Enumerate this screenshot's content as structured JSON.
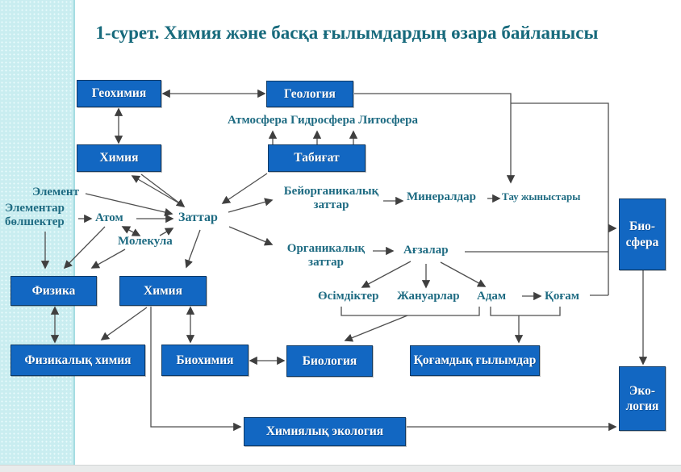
{
  "title": "1-сурет. Химия және басқа ғылымдардың өзара байланысы",
  "boxes": {
    "geochemistry": "Геохимия",
    "geology": "Геология",
    "chemistry_upper": "Химия",
    "nature": "Табиғат",
    "physics": "Физика",
    "chemistry_center": "Химия",
    "physical_chemistry": "Физикалық химия",
    "biochemistry": "Биохимия",
    "biology": "Биология",
    "social_sciences": "Қоғамдық ғылымдар",
    "chemical_ecology": "Химиялық экология",
    "biosphere": "Био-\nсфера",
    "ecology": "Эко-\nлогия"
  },
  "labels": {
    "spheres": "Атмосфера Гидросфера Литосфера",
    "element": "Элемент",
    "elementary_particles": "Элементар\nбөлшектер",
    "atom": "Атом",
    "substances": "Заттар",
    "molecule": "Молекула",
    "inorganic_substances": "Бейорганикалық\nзаттар",
    "minerals": "Минералдар",
    "rocks": "Тау жыныстары",
    "organic_substances": "Органикалық\nзаттар",
    "organisms": "Ағзалар",
    "plants": "Өсімдіктер",
    "animals": "Жануарлар",
    "human": "Адам",
    "society": "Қоғам"
  },
  "colors": {
    "box_fill": "#1267c2",
    "box_border": "#0e3a66",
    "box_text": "#ffffff",
    "title_text": "#176a7c",
    "label_text": "#1e6b82",
    "line": "#4f4f4f",
    "sidebar": "#c9edf0",
    "footer": "#e9ebeb"
  },
  "edges": [
    {
      "from": "Геохимия",
      "to": "Геология",
      "type": "bidirectional"
    },
    {
      "from": "Геохимия",
      "to": "Химия",
      "type": "bidirectional"
    },
    {
      "from": "Геология",
      "to": "Тау жыныстары",
      "type": "arrow"
    },
    {
      "from": "Геология",
      "to": "Био-сфера",
      "type": "arrow"
    },
    {
      "from": "Атмосфера Гидросфера Литосфера",
      "to": "Табиғат",
      "type": "arrow"
    },
    {
      "from": "Элемент",
      "to": "Заттар",
      "type": "arrow"
    },
    {
      "from": "Элементар бөлшектер",
      "to": "Атом",
      "type": "arrow"
    },
    {
      "from": "Элементар бөлшектер",
      "to": "Физика",
      "type": "arrow"
    },
    {
      "from": "Атом",
      "to": "Заттар",
      "type": "arrow"
    },
    {
      "from": "Атом",
      "to": "Молекула",
      "type": "bidirectional"
    },
    {
      "from": "Атом",
      "to": "Физика",
      "type": "arrow"
    },
    {
      "from": "Молекула",
      "to": "Заттар",
      "type": "arrow"
    },
    {
      "from": "Молекула",
      "to": "Физика",
      "type": "arrow"
    },
    {
      "from": "Химия",
      "to": "Заттар",
      "type": "bidirectional"
    },
    {
      "from": "Табиғат",
      "to": "Заттар",
      "type": "arrow"
    },
    {
      "from": "Заттар",
      "to": "Бейорганикалық заттар",
      "type": "arrow"
    },
    {
      "from": "Заттар",
      "to": "Органикалық заттар",
      "type": "arrow"
    },
    {
      "from": "Заттар",
      "to": "Химия (орталық)",
      "type": "arrow"
    },
    {
      "from": "Бейорганикалық заттар",
      "to": "Минералдар",
      "type": "arrow"
    },
    {
      "from": "Минералдар",
      "to": "Тау жыныстары",
      "type": "arrow"
    },
    {
      "from": "Органикалық заттар",
      "to": "Ағзалар",
      "type": "arrow"
    },
    {
      "from": "Ағзалар",
      "to": "Өсімдіктер",
      "type": "arrow"
    },
    {
      "from": "Ағзалар",
      "to": "Жануарлар",
      "type": "arrow"
    },
    {
      "from": "Ағзалар",
      "to": "Адам",
      "type": "arrow"
    },
    {
      "from": "Ағзалар",
      "to": "Био-сфера",
      "type": "line"
    },
    {
      "from": "Адам",
      "to": "Қоғам",
      "type": "arrow"
    },
    {
      "from": "Қоғам",
      "to": "Био-сфера",
      "type": "line"
    },
    {
      "from": "Био-сфера",
      "to": "Эко-логия",
      "type": "arrow"
    },
    {
      "from": "Физика",
      "to": "Физикалық химия",
      "type": "bidirectional"
    },
    {
      "from": "Химия (орталық)",
      "to": "Физикалық химия",
      "type": "arrow"
    },
    {
      "from": "Химия (орталық)",
      "to": "Биохимия",
      "type": "bidirectional"
    },
    {
      "from": "Химия (орталық)",
      "to": "Химиялық экология",
      "type": "arrow"
    },
    {
      "from": "Биохимия",
      "to": "Биология",
      "type": "bidirectional"
    },
    {
      "from": "Өсімдіктер + Жануарлар",
      "to": "Биология",
      "type": "arrow"
    },
    {
      "from": "Адам + Қоғам",
      "to": "Қоғамдық ғылымдар",
      "type": "arrow"
    },
    {
      "from": "Химиялық экология",
      "to": "Эко-логия",
      "type": "arrow"
    }
  ]
}
